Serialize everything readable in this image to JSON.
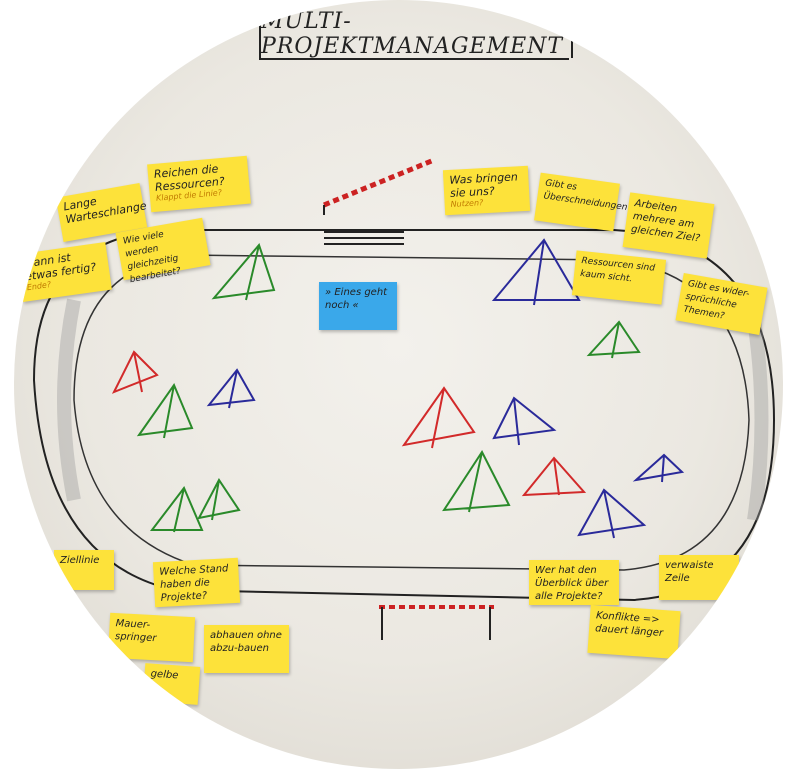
{
  "title": "MULTI-PROJEKTMANAGEMENT",
  "center_note": "» Eines geht noch «",
  "notes": [
    {
      "id": "lange-warteschlange",
      "text": "Lange Warteschlange"
    },
    {
      "id": "reichen-ressourcen",
      "text": "Reichen die Ressourcen?",
      "sub": "Klappt die Linie?"
    },
    {
      "id": "wann-fertig",
      "text": "Wann ist etwas fertig?",
      "sub": "Ende?"
    },
    {
      "id": "wie-viele-gleichzeitig",
      "text": "Wie viele werden gleichzeitig bearbeitet?"
    },
    {
      "id": "was-bringen",
      "text": "Was bringen sie uns?",
      "sub": "Nutzen?"
    },
    {
      "id": "ueberschneidungen",
      "text": "Gibt es Überschneidungen?"
    },
    {
      "id": "arbeiten-mehrere",
      "text": "Arbeiten mehrere am gleichen Ziel?"
    },
    {
      "id": "ressourcen-kaum",
      "text": "Ressourcen sind kaum sicht."
    },
    {
      "id": "widersprueche",
      "text": "Gibt es wider-sprüchliche Themen?"
    },
    {
      "id": "stand-projekte",
      "text": "Welche Stand haben die Projekte?"
    },
    {
      "id": "ueberblick",
      "text": "Wer hat den Überblick über alle Projekte?"
    },
    {
      "id": "verwaiste",
      "text": "verwaiste Zeile"
    },
    {
      "id": "mauer-springer",
      "text": "Mauer-springer"
    },
    {
      "id": "abhauen",
      "text": "abhauen ohne abzu-bauen"
    },
    {
      "id": "konflikte",
      "text": "Konflikte => dauert länger"
    },
    {
      "id": "ziellinie",
      "text": "Ziellinie"
    },
    {
      "id": "gelbe-left",
      "text": "gelbe"
    }
  ],
  "colors": {
    "note_yellow": "#fde23a",
    "note_blue": "#3aa8ea",
    "tent_red": "#d22a2a",
    "tent_green": "#2a8a2a",
    "tent_blue": "#2a2a9a"
  }
}
